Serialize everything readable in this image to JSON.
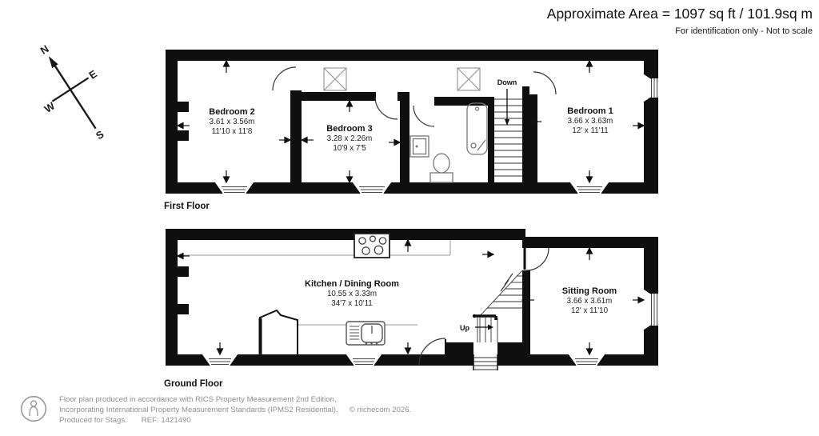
{
  "header": {
    "area_line": "Approximate Area = 1097 sq ft / 101.9sq m",
    "disclaimer": "For identification only - Not to scale"
  },
  "compass": {
    "n": "N",
    "e": "E",
    "s": "S",
    "w": "W"
  },
  "floors": {
    "first": {
      "label": "First Floor",
      "stairs_label": "Down",
      "rooms": {
        "bedroom2": {
          "name": "Bedroom 2",
          "metric": "3.61 x 3.56m",
          "imperial": "11'10 x 11'8"
        },
        "bedroom3": {
          "name": "Bedroom 3",
          "metric": "3.28 x 2.26m",
          "imperial": "10'9 x 7'5"
        },
        "bedroom1": {
          "name": "Bedroom 1",
          "metric": "3.66 x 3.63m",
          "imperial": "12' x 11'11"
        }
      }
    },
    "ground": {
      "label": "Ground Floor",
      "stairs_label": "Up",
      "rooms": {
        "kitchen": {
          "name": "Kitchen / Dining Room",
          "metric": "10.55 x 3.33m",
          "imperial": "34'7 x 10'11"
        },
        "sitting": {
          "name": "Sitting Room",
          "metric": "3.66 x 3.61m",
          "imperial": "12' x 11'10"
        }
      }
    }
  },
  "footer": {
    "line1": "Floor plan produced in accordance with RICS Property Measurement 2nd Edition,",
    "line2": "Incorporating International Property Measurement Standards (IPMS2 Residential).",
    "copyright": "© nichecom 2026.",
    "produced_for": "Produced for Stags.",
    "ref": "REF: 1421490"
  },
  "colors": {
    "wall": "#0f0f0f",
    "fixture_line": "#777777",
    "thin_line": "#999999",
    "footer_text": "#8f8f8f"
  }
}
